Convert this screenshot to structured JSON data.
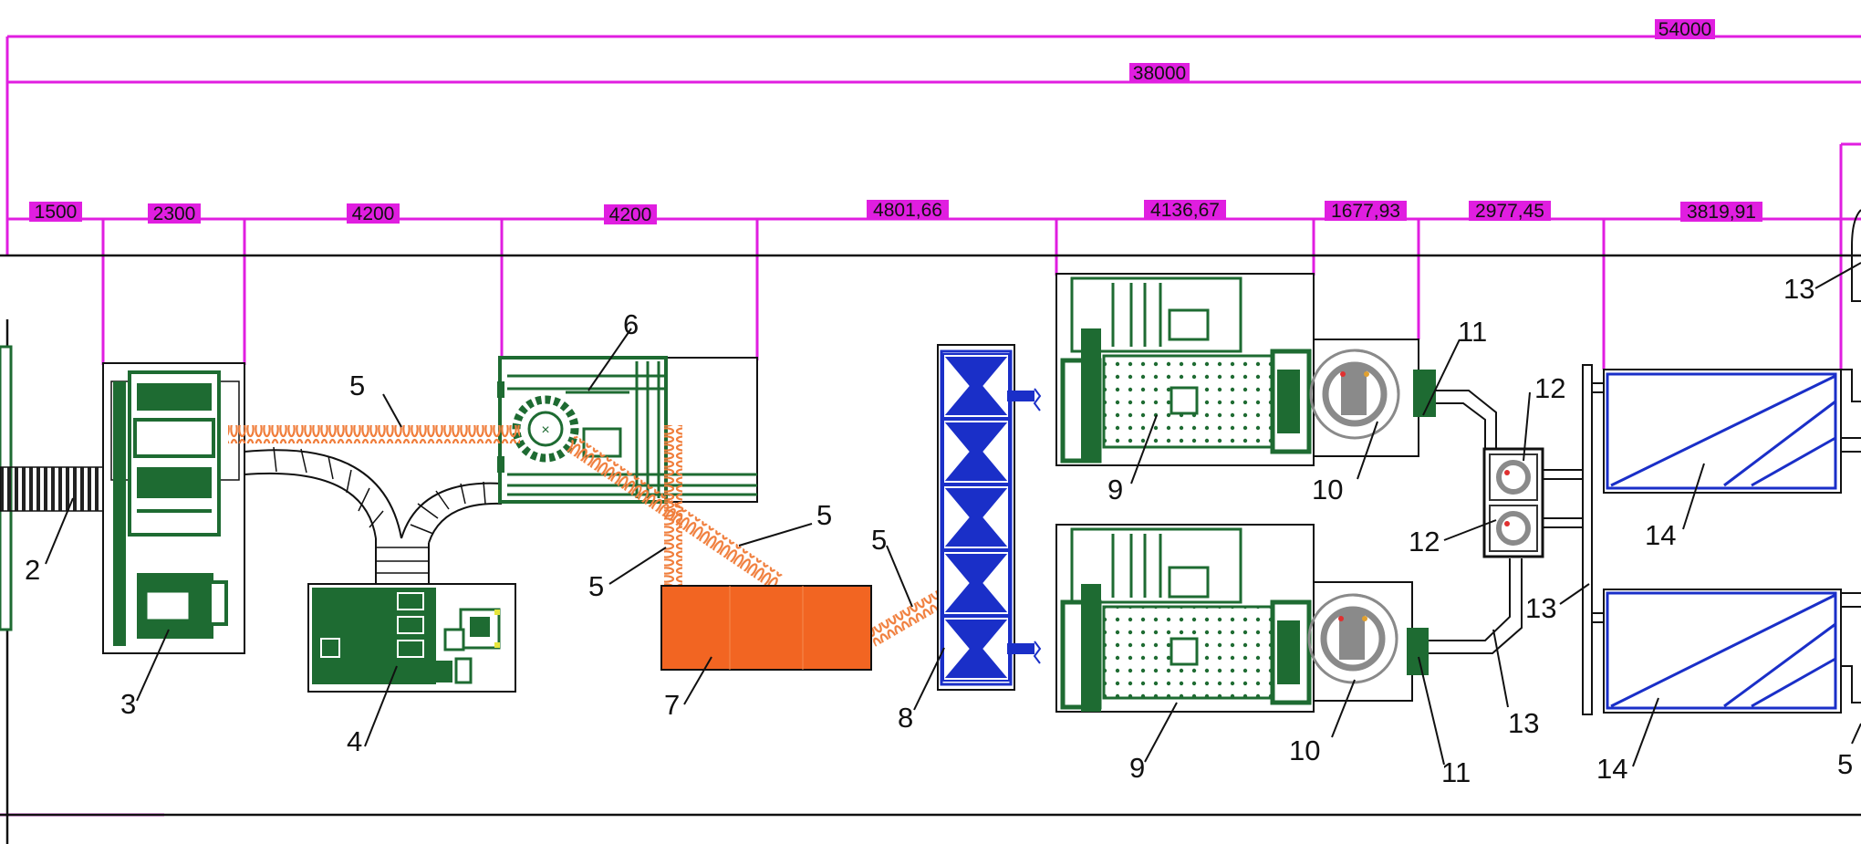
{
  "dimensions": {
    "overall": "54000",
    "main": "38000",
    "segments": [
      "1500",
      "2300",
      "4200",
      "4200",
      "4801,66",
      "4136,67",
      "1677,93",
      "2977,45",
      "3819,91"
    ]
  },
  "callouts": {
    "c2": "2",
    "c3": "3",
    "c4": "4",
    "c5a": "5",
    "c5b": "5",
    "c5c": "5",
    "c5d": "5",
    "c5e": "5",
    "c6": "6",
    "c7": "7",
    "c8": "8",
    "c9a": "9",
    "c9b": "9",
    "c10a": "10",
    "c10b": "10",
    "c11a": "11",
    "c11b": "11",
    "c12a": "12",
    "c12b": "12",
    "c13a": "13",
    "c13b": "13",
    "c13c": "13",
    "c14a": "14",
    "c14b": "14"
  },
  "colors": {
    "dimension": "#e01ee0",
    "equipment": "#1e6b32",
    "conveyor": "#f07e3c",
    "feeder": "#1a2fc8",
    "dryer": "#8a8a8a",
    "orange_block": "#f26522",
    "outline": "#111111"
  }
}
